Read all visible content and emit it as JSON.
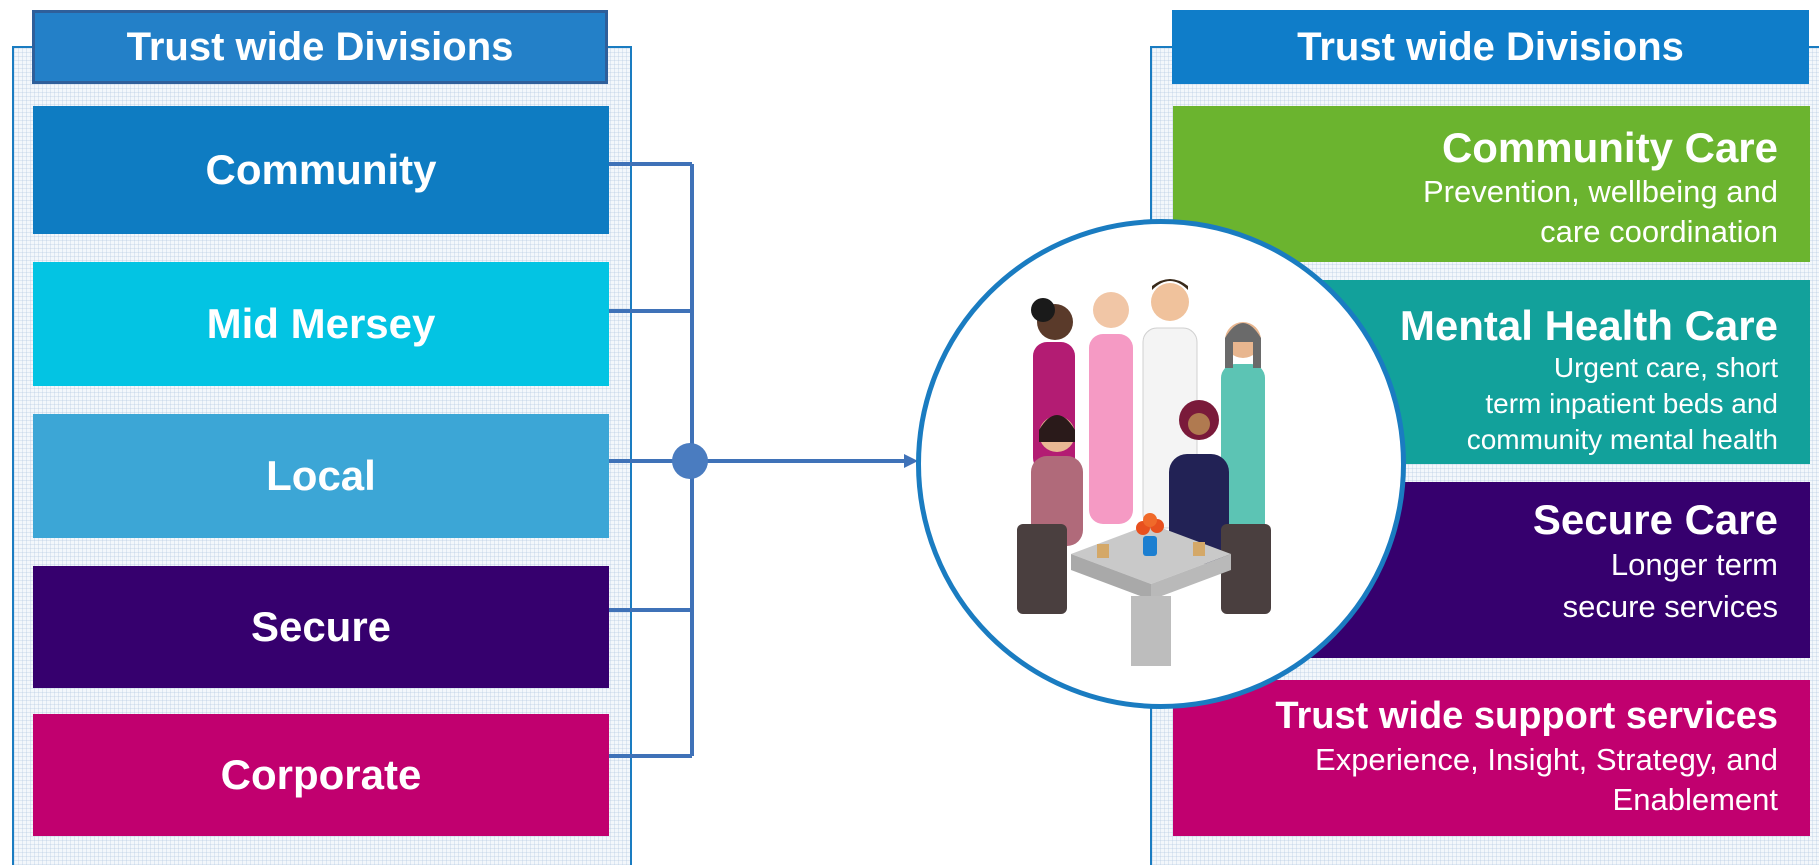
{
  "left": {
    "header": "Trust wide Divisions",
    "divisions": [
      {
        "label": "Community",
        "color": "#0e7cc2"
      },
      {
        "label": "Mid Mersey",
        "color": "#03c4e3"
      },
      {
        "label": "Local",
        "color": "#3ca6d6"
      },
      {
        "label": "Secure",
        "color": "#36006e"
      },
      {
        "label": "Corporate",
        "color": "#c1006f"
      }
    ]
  },
  "right": {
    "header": "Trust wide Divisions",
    "divisions": [
      {
        "title": "Community Care",
        "description": "Prevention, wellbeing and\ncare coordination",
        "color": "#6bb42f"
      },
      {
        "title": "Mental Health Care",
        "description": "Urgent care, short\nterm inpatient beds and\ncommunity mental health",
        "color": "#12a19b"
      },
      {
        "title": "Secure Care",
        "description": "Longer term\nsecure services",
        "color": "#36006e"
      },
      {
        "title": "Trust wide support services",
        "description": "Experience, Insight, Strategy, and\nEnablement",
        "color": "#c1006f"
      }
    ]
  },
  "colors": {
    "connector": "#3f72b8",
    "border": "#1a7cc1"
  },
  "illustration": "care-team-meeting-illustration"
}
